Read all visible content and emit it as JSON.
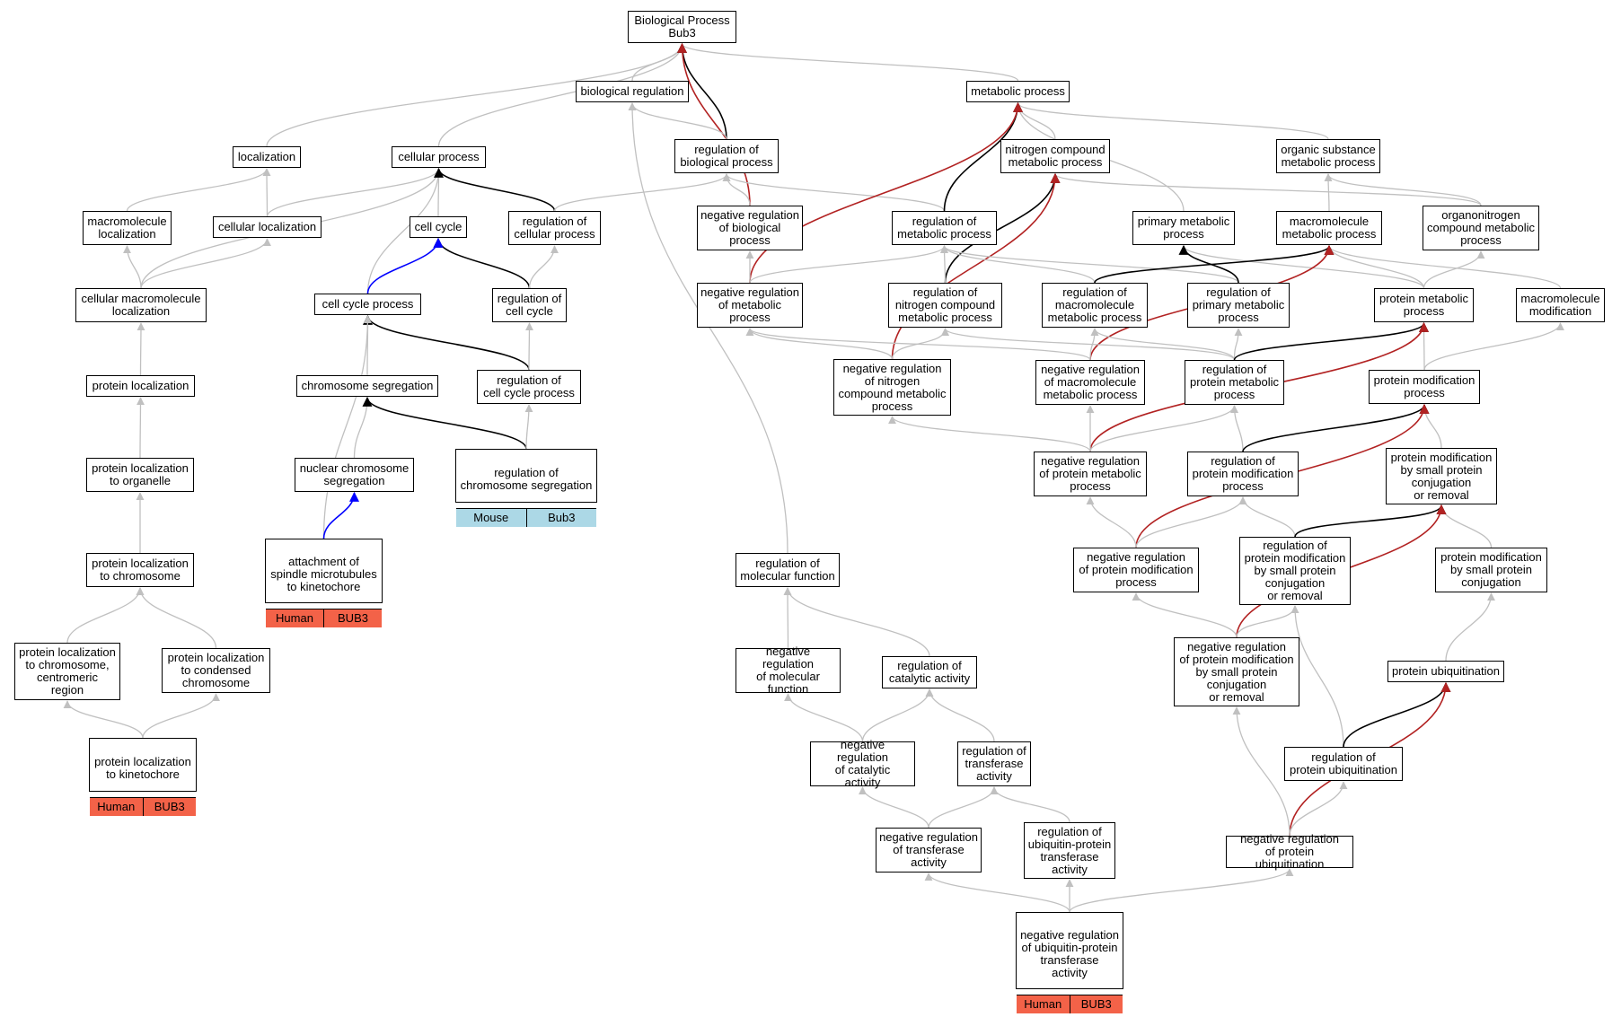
{
  "colors": {
    "gray_edge": "#c0c0c0",
    "black_edge": "#000000",
    "red_edge": "#b22222",
    "blue_edge": "#0000ff",
    "human_tag": "#f36248",
    "mouse_tag": "#acd8e6"
  },
  "nodes": {
    "root": "Biological Process\nBub3",
    "bio_reg": "biological regulation",
    "metabolic": "metabolic process",
    "localization": "localization",
    "cellular": "cellular process",
    "reg_bio": "regulation of\nbiological process",
    "nitrogen": "nitrogen compound\nmetabolic process",
    "organic": "organic substance\nmetabolic process",
    "macro_loc": "macromolecule\nlocalization",
    "cell_loc": "cellular localization",
    "cell_cycle": "cell cycle",
    "reg_cellular": "regulation of\ncellular process",
    "neg_reg_bio": "negative regulation\nof biological\nprocess",
    "reg_metab": "regulation of\nmetabolic process",
    "primary": "primary metabolic\nprocess",
    "macro_metab": "macromolecule\nmetabolic process",
    "organonitrogen": "organonitrogen\ncompound metabolic\nprocess",
    "cell_macro_loc": "cellular macromolecule\nlocalization",
    "cc_process": "cell cycle process",
    "reg_cc": "regulation of\ncell cycle",
    "neg_reg_metab": "negative regulation\nof metabolic\nprocess",
    "reg_nitrogen": "regulation of\nnitrogen compound\nmetabolic process",
    "reg_macro": "regulation of\nmacromolecule\nmetabolic process",
    "reg_primary": "regulation of\nprimary metabolic\nprocess",
    "protein_metab": "protein metabolic\nprocess",
    "macro_mod": "macromolecule\nmodification",
    "prot_loc": "protein localization",
    "chrom_seg": "chromosome segregation",
    "reg_ccp": "regulation of\ncell cycle process",
    "neg_reg_nitrogen": "negative regulation\nof nitrogen\ncompound metabolic\nprocess",
    "neg_reg_macro": "negative regulation\nof macromolecule\nmetabolic process",
    "reg_prot_metab": "regulation of\nprotein metabolic\nprocess",
    "prot_mod": "protein modification\nprocess",
    "prot_loc_org": "protein localization\nto organelle",
    "nuc_chrom_seg": "nuclear chromosome\nsegregation",
    "reg_chrom_seg": "regulation of\nchromosome segregation",
    "neg_reg_prot_metab": "negative regulation\nof protein metabolic\nprocess",
    "reg_prot_mod": "regulation of\nprotein modification\nprocess",
    "prot_mod_small": "protein modification\nby small protein\nconjugation\nor removal",
    "prot_loc_chrom": "protein localization\nto chromosome",
    "attach": "attachment of\nspindle microtubules\nto kinetochore",
    "reg_mol_func": "regulation of\nmolecular function",
    "neg_reg_prot_mod": "negative regulation\nof protein modification\nprocess",
    "reg_prot_mod_small": "regulation of\nprotein modification\nby small protein\nconjugation\nor removal",
    "prot_mod_small_conj": "protein modification\nby small protein\nconjugation",
    "prot_loc_centro": "protein localization\nto chromosome,\ncentromeric\nregion",
    "prot_loc_cond": "protein localization\nto condensed\nchromosome",
    "neg_reg_mol_func": "negative regulation\nof molecular\nfunction",
    "reg_catalytic": "regulation of\ncatalytic activity",
    "neg_reg_prot_mod_small": "negative regulation\nof protein modification\nby small protein\nconjugation\nor removal",
    "prot_ubiq": "protein ubiquitination",
    "prot_loc_kin": "protein localization\nto kinetochore",
    "neg_reg_catalytic": "negative regulation\nof catalytic\nactivity",
    "reg_transferase": "regulation of\ntransferase\nactivity",
    "reg_prot_ubiq": "regulation of\nprotein ubiquitination",
    "neg_reg_transferase": "negative regulation\nof transferase\nactivity",
    "reg_ubiq_transferase": "regulation of\nubiquitin-protein\ntransferase\nactivity",
    "neg_reg_prot_ubiq": "negative regulation\nof protein ubiquitination",
    "neg_reg_ubiq_transferase": "negative regulation\nof ubiquitin-protein\ntransferase\nactivity"
  },
  "tags": {
    "reg_chrom_seg": [
      "Mouse",
      "Bub3"
    ],
    "attach": [
      "Human",
      "BUB3"
    ],
    "prot_loc_kin": [
      "Human",
      "BUB3"
    ],
    "neg_reg_ubiq_transferase": [
      "Human",
      "BUB3"
    ]
  }
}
